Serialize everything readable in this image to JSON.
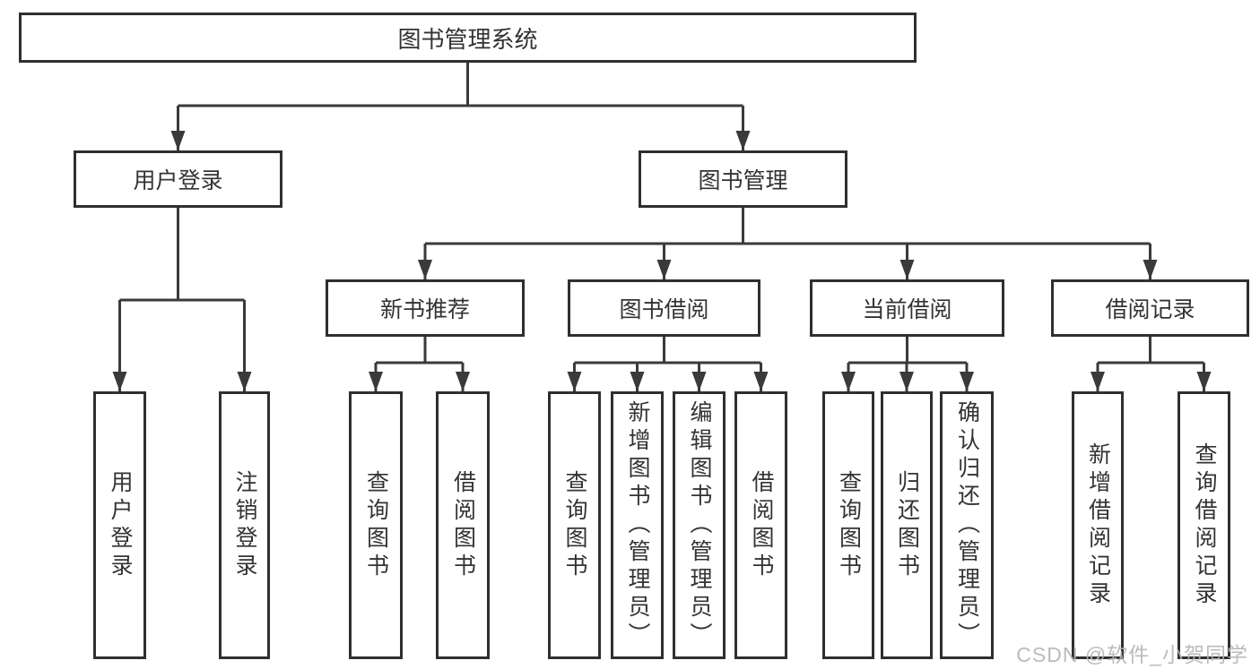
{
  "tree": {
    "root": {
      "label": "图书管理系统"
    },
    "branches": [
      {
        "label": "用户登录",
        "children": [
          {
            "label": "用户登录"
          },
          {
            "label": "注销登录"
          }
        ]
      },
      {
        "label": "图书管理",
        "sections": [
          {
            "label": "新书推荐",
            "children": [
              {
                "label": "查询图书"
              },
              {
                "label": "借阅图书"
              }
            ]
          },
          {
            "label": "图书借阅",
            "children": [
              {
                "label": "查询图书"
              },
              {
                "label": "新增图书（管理员）"
              },
              {
                "label": "编辑图书（管理员）"
              },
              {
                "label": "借阅图书"
              }
            ]
          },
          {
            "label": "当前借阅",
            "children": [
              {
                "label": "查询图书"
              },
              {
                "label": "归还图书"
              },
              {
                "label": "确认归还（管理员）"
              }
            ]
          },
          {
            "label": "借阅记录",
            "children": [
              {
                "label": "新增借阅记录"
              },
              {
                "label": "查询借阅记录"
              }
            ]
          }
        ]
      }
    ]
  },
  "watermark": {
    "text": "CSDN @软件_小贺同学"
  },
  "colors": {
    "line": "#3a3a3a",
    "box_border": "#2f2f2f",
    "text": "#333333",
    "watermark_text": "#b4b4b4",
    "background": "#ffffff"
  }
}
